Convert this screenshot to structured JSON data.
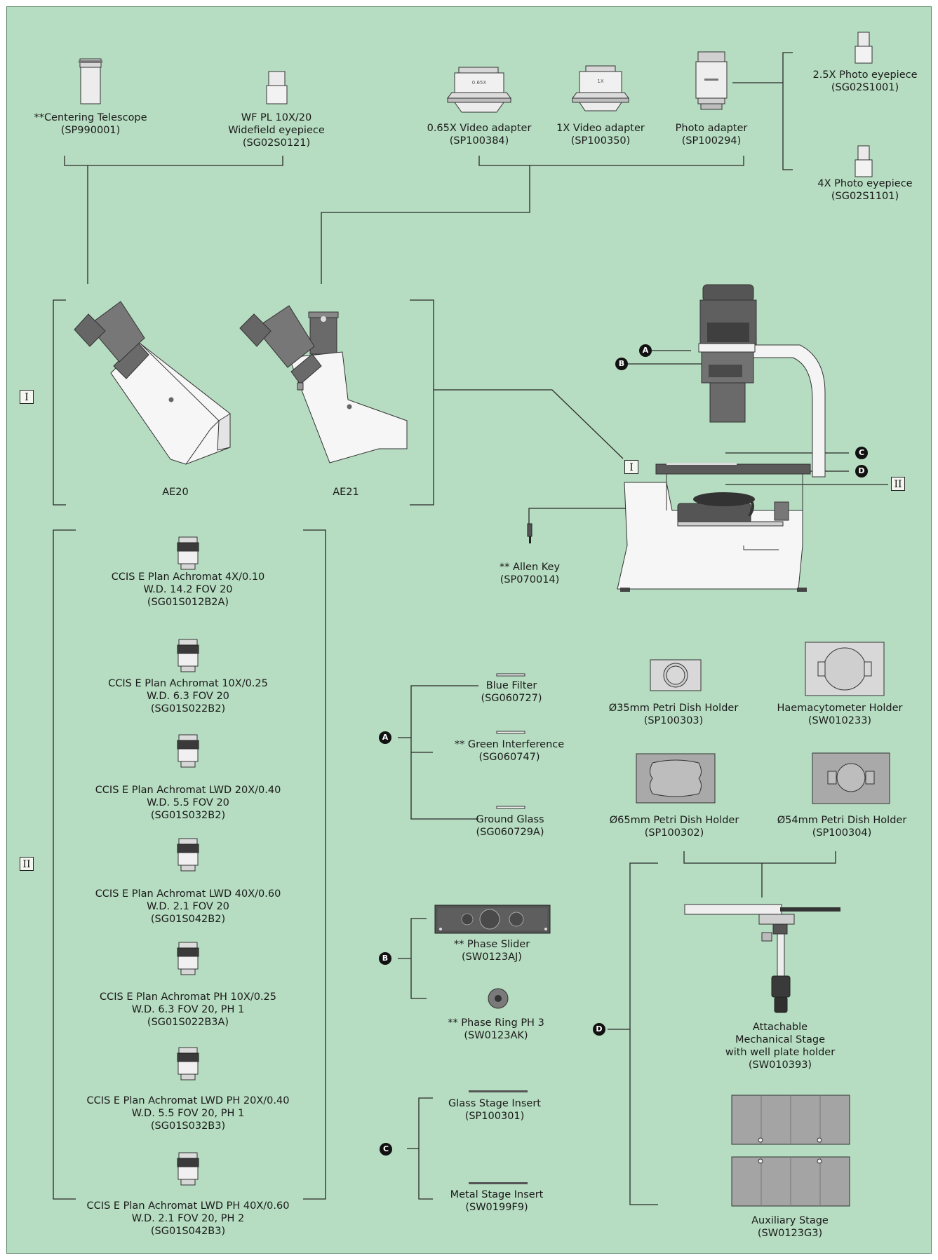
{
  "markers": {
    "A": "A",
    "B": "B",
    "C": "C",
    "D": "D"
  },
  "section_tags": {
    "one": "I",
    "two": "II"
  },
  "eyepiece_group": {
    "centering": {
      "name": "**Centering Telescope",
      "code": "(SP990001)"
    },
    "wf": {
      "line1": "WF PL 10X/20",
      "line2": "Widefield eyepiece",
      "code": "(SG02S0121)"
    }
  },
  "adapters": {
    "v065": {
      "name": "0.65X Video adapter",
      "code": "(SP100384)",
      "badge": "0.65X"
    },
    "v1": {
      "name": "1X Video adapter",
      "code": "(SP100350)",
      "badge": "1X"
    },
    "photo": {
      "name": "Photo adapter",
      "code": "(SP100294)"
    }
  },
  "photo_eyepieces": {
    "p25": {
      "name": "2.5X Photo eyepiece",
      "code": "(SG02S1001)"
    },
    "p4": {
      "name": "4X Photo eyepiece",
      "code": "(SG02S1101)"
    }
  },
  "heads": {
    "ae20": "AE20",
    "ae21": "AE21"
  },
  "allen_key": {
    "name": "** Allen Key",
    "code": "(SP070014)"
  },
  "objectives": [
    {
      "l1": "CCIS E Plan Achromat 4X/0.10",
      "l2": "W.D. 14.2 FOV 20",
      "l3": "(SG01S012B2A)"
    },
    {
      "l1": "CCIS E Plan Achromat 10X/0.25",
      "l2": "W.D. 6.3 FOV 20",
      "l3": "(SG01S022B2)"
    },
    {
      "l1": "CCIS E Plan Achromat LWD 20X/0.40",
      "l2": "W.D. 5.5 FOV 20",
      "l3": "(SG01S032B2)"
    },
    {
      "l1": "CCIS E Plan Achromat LWD 40X/0.60",
      "l2": "W.D. 2.1 FOV 20",
      "l3": "(SG01S042B2)"
    },
    {
      "l1": "CCIS E Plan Achromat PH 10X/0.25",
      "l2": "W.D. 6.3 FOV 20, PH 1",
      "l3": "(SG01S022B3A)"
    },
    {
      "l1": "CCIS E Plan Achromat LWD PH 20X/0.40",
      "l2": "W.D. 5.5 FOV 20, PH 1",
      "l3": "(SG01S032B3)"
    },
    {
      "l1": "CCIS E Plan Achromat LWD PH 40X/0.60",
      "l2": "W.D. 2.1 FOV 20, PH 2",
      "l3": "(SG01S042B3)"
    }
  ],
  "filters": [
    {
      "name": "Blue Filter",
      "code": "(SG060727)"
    },
    {
      "name": "** Green Interference",
      "code": "(SG060747)"
    },
    {
      "name": "Ground Glass",
      "code": "(SG060729A)"
    }
  ],
  "phase": {
    "slider": {
      "name": "** Phase Slider",
      "code": "(SW0123AJ)"
    },
    "ring": {
      "name": "** Phase Ring PH 3",
      "code": "(SW0123AK)"
    }
  },
  "inserts": {
    "glass": {
      "name": "Glass Stage Insert",
      "code": "(SP100301)"
    },
    "metal": {
      "name": "Metal Stage Insert",
      "code": "(SW0199F9)"
    }
  },
  "holders": {
    "p35": {
      "name": "Ø35mm Petri Dish Holder",
      "code": "(SP100303)"
    },
    "haem": {
      "name": "Haemacytometer Holder",
      "code": "(SW010233)"
    },
    "p65": {
      "name": "Ø65mm Petri Dish Holder",
      "code": "(SP100302)"
    },
    "p54": {
      "name": "Ø54mm Petri Dish Holder",
      "code": "(SP100304)"
    }
  },
  "mech_stage": {
    "l1": "Attachable",
    "l2": "Mechanical Stage",
    "l3": "with well plate holder",
    "code": "(SW010393)"
  },
  "aux_stage": {
    "name": "Auxiliary Stage",
    "code": "(SW0123G3)"
  }
}
